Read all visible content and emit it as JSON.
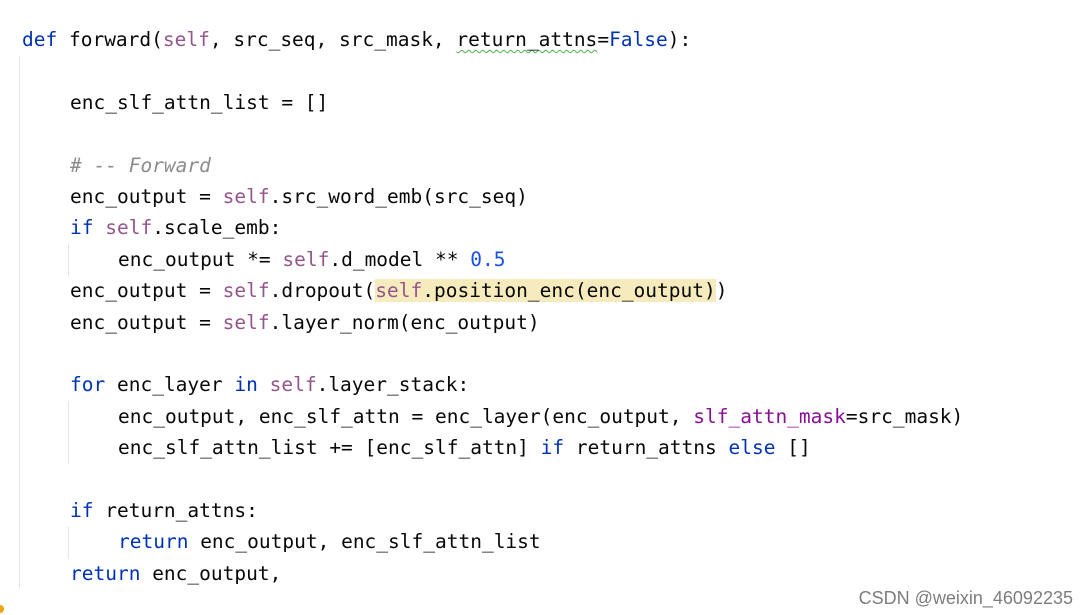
{
  "code": {
    "l1": {
      "kw": "def",
      "rest": " forward(",
      "self": "self",
      "rest2": ", src_seq, src_mask, ",
      "param": "return_attns",
      "eq": "=",
      "kw2": "False",
      "tail": "):"
    },
    "l3": {
      "text": "enc_slf_attn_list = []"
    },
    "l5": {
      "comment": "# -- Forward"
    },
    "l6": {
      "a": "enc_output = ",
      "self": "self",
      "b": ".src_word_emb(src_seq)"
    },
    "l7": {
      "kw": "if",
      "sp": " ",
      "self": "self",
      "b": ".scale_emb:"
    },
    "l8": {
      "a": "enc_output *= ",
      "self": "self",
      "b": ".d_model ** ",
      "num": "0.5"
    },
    "l9": {
      "a": "enc_output = ",
      "self": "self",
      "b": ".dropout(",
      "hl_self": "self",
      "hl_rest": ".position_enc(enc_output)",
      "c": ")"
    },
    "l10": {
      "a": "enc_output = ",
      "self": "self",
      "b": ".layer_norm(enc_output)"
    },
    "l12": {
      "kw": "for",
      "a": " enc_layer ",
      "kw2": "in",
      "sp": " ",
      "self": "self",
      "b": ".layer_stack:"
    },
    "l13": {
      "a": "enc_output, enc_slf_attn = enc_layer(enc_output, ",
      "param": "slf_attn_mask",
      "b": "=src_mask)"
    },
    "l14": {
      "a": "enc_slf_attn_list += [enc_slf_attn] ",
      "kw": "if",
      "b": " return_attns ",
      "kw2": "else",
      "c": " []"
    },
    "l16": {
      "kw": "if",
      "b": " return_attns:"
    },
    "l17": {
      "kw": "return",
      "b": " enc_output, enc_slf_attn_list"
    },
    "l18": {
      "kw": "return",
      "b": " enc_output,"
    }
  },
  "watermark": "CSDN @weixin_46092235",
  "colors": {
    "keyword": "#0033b3",
    "self": "#94558d",
    "number": "#1750eb",
    "comment": "#8c8c8c",
    "param": "#871094",
    "highlight": "#f6ebbc"
  }
}
